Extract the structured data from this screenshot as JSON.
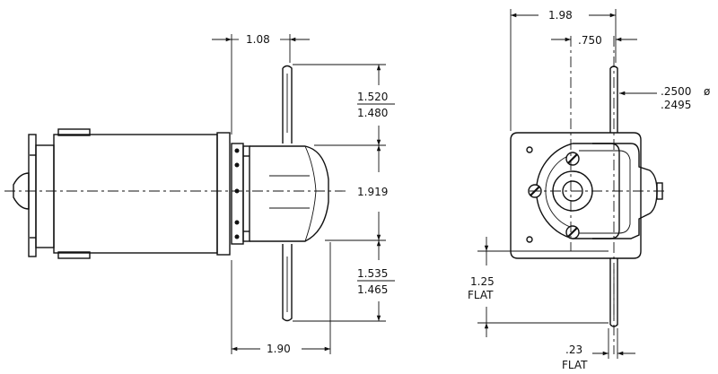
{
  "side_view": {
    "dim_depth": "1.08",
    "dim_upper_shaft_max": "1.520",
    "dim_upper_shaft_min": "1.480",
    "dim_overall": "1.919",
    "dim_lower_shaft_max": "1.535",
    "dim_lower_shaft_min": "1.465",
    "dim_width": "1.90"
  },
  "end_view": {
    "dim_width": "1.98",
    "dim_offset": ".750",
    "dim_shaft_dia_max": ".2500",
    "dim_shaft_dia_min": ".2495",
    "dia_symbol": "ø",
    "dim_flat_length": "1.25",
    "flat_label_1": "FLAT",
    "dim_flat_depth": ".23",
    "flat_label_2": "FLAT"
  }
}
